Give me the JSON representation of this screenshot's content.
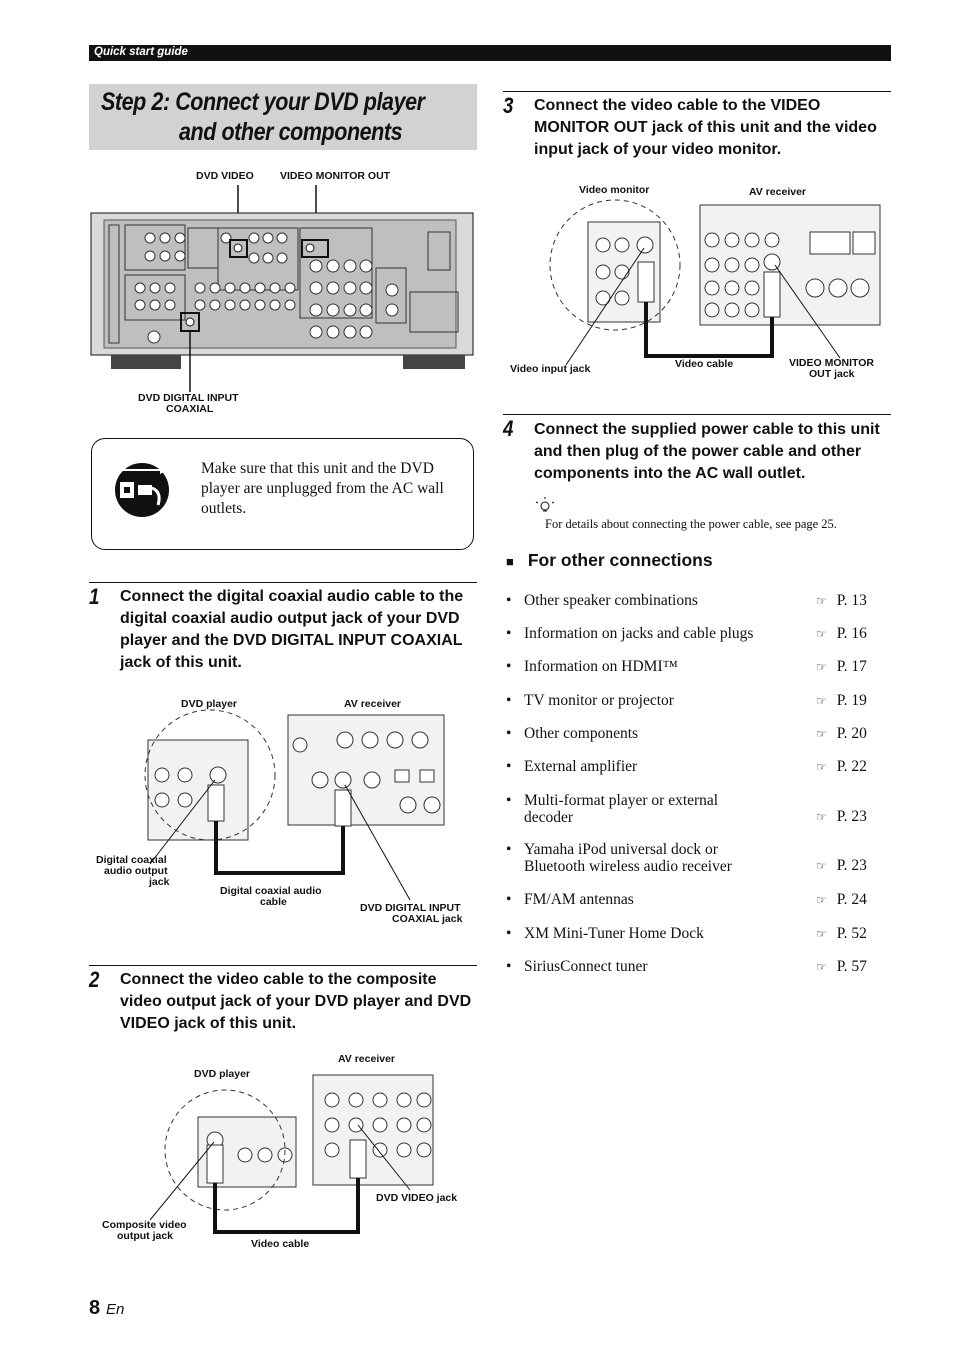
{
  "header": {
    "section": "Quick start guide"
  },
  "title": {
    "line1": "Step 2: Connect your DVD player",
    "line2": "and other components"
  },
  "panel_labels": {
    "dvd_video": "DVD VIDEO",
    "video_monitor_out": "VIDEO MONITOR OUT",
    "dvd_digital_input_line1": "DVD DIGITAL INPUT",
    "dvd_digital_input_line2": "COAXIAL"
  },
  "warning": {
    "text": "Make sure that this unit and the DVD player are unplugged from the AC wall outlets."
  },
  "step1": {
    "number": "1",
    "text": "Connect the digital coaxial audio cable to the digital coaxial audio output jack of your DVD player and the DVD DIGITAL INPUT COAXIAL jack of this unit.",
    "labels": {
      "dvd_player": "DVD player",
      "av_receiver": "AV receiver",
      "output_jack_l1": "Digital coaxial",
      "output_jack_l2": "audio output",
      "output_jack_l3": "jack",
      "cable_l1": "Digital coaxial audio",
      "cable_l2": "cable",
      "input_l1": "DVD DIGITAL INPUT",
      "input_l2": "COAXIAL jack"
    }
  },
  "step2": {
    "number": "2",
    "text": "Connect the video cable to the composite video output jack of your DVD player and DVD VIDEO jack of this unit.",
    "labels": {
      "av_receiver": "AV receiver",
      "dvd_player": "DVD player",
      "dvd_video_jack": "DVD VIDEO jack",
      "composite_l1": "Composite video",
      "composite_l2": "output jack",
      "video_cable": "Video cable"
    }
  },
  "step3": {
    "number": "3",
    "text": "Connect the video cable to the VIDEO MONITOR OUT jack of this unit and the video input jack of your video monitor.",
    "labels": {
      "video_monitor": "Video monitor",
      "av_receiver": "AV receiver",
      "video_input_jack": "Video input jack",
      "video_cable": "Video cable",
      "monitor_out_l1": "VIDEO MONITOR",
      "monitor_out_l2": "OUT jack"
    }
  },
  "step4": {
    "number": "4",
    "text": "Connect the supplied power cable to this unit and then plug of the power cable and other components into the AC wall outlet.",
    "note": "For details about connecting the power cable, see page 25."
  },
  "other_connections": {
    "heading": "For other connections",
    "items": [
      {
        "label": "Other speaker combinations",
        "page": "P. 13"
      },
      {
        "label": "Information on jacks and cable plugs",
        "page": "P. 16"
      },
      {
        "label": "Information on HDMI™",
        "page": "P. 17"
      },
      {
        "label": "TV monitor or projector",
        "page": "P. 19"
      },
      {
        "label": "Other components",
        "page": "P. 20"
      },
      {
        "label": "External amplifier",
        "page": "P. 22"
      },
      {
        "label": "Multi-format player or external decoder",
        "page": "P. 23"
      },
      {
        "label": "Yamaha iPod universal dock or Bluetooth wireless audio receiver",
        "page": "P. 23"
      },
      {
        "label": "FM/AM antennas",
        "page": "P. 24"
      },
      {
        "label": "XM Mini-Tuner Home Dock",
        "page": "P. 52"
      },
      {
        "label": "SiriusConnect tuner",
        "page": "P. 57"
      }
    ]
  },
  "footer": {
    "page": "8",
    "lang": "En"
  }
}
